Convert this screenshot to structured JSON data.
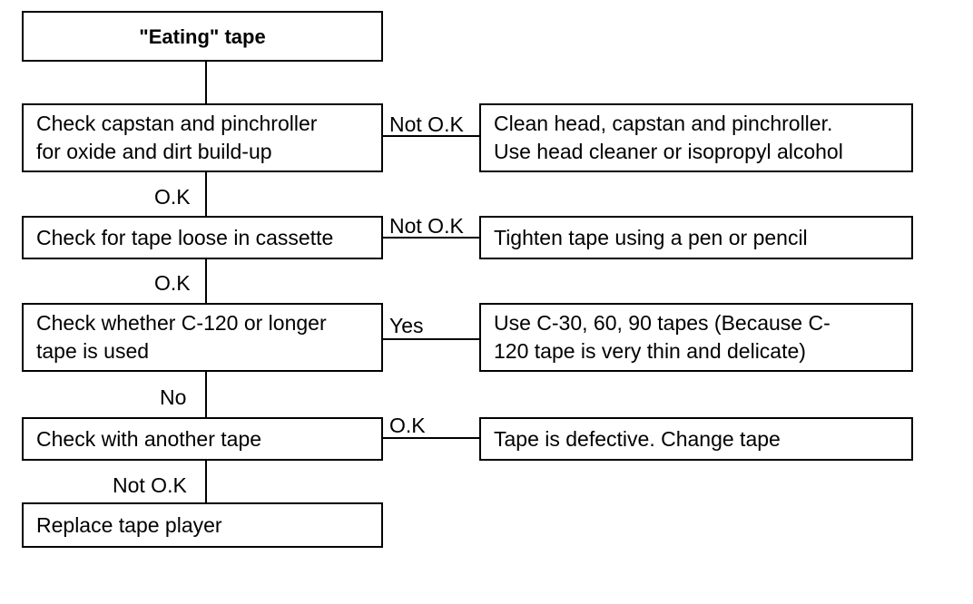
{
  "start": {
    "text": "\"Eating\" tape"
  },
  "steps": [
    {
      "check": [
        "Check capstan and pinchroller",
        "for oxide and dirt build-up"
      ],
      "branch_label": "Not O.K",
      "action": [
        "Clean head, capstan and pinchroller.",
        "Use head cleaner or isopropyl alcohol"
      ],
      "next_label": "O.K"
    },
    {
      "check": [
        "Check for tape loose in cassette"
      ],
      "branch_label": "Not O.K",
      "action": [
        "Tighten tape using a pen or pencil"
      ],
      "next_label": "O.K"
    },
    {
      "check": [
        "Check whether C-120 or longer",
        "tape is used"
      ],
      "branch_label": "Yes",
      "action": [
        "Use C-30, 60, 90 tapes (Because C-",
        "120 tape is very thin and delicate)"
      ],
      "next_label": "No"
    },
    {
      "check": [
        "Check with another tape"
      ],
      "branch_label": "O.K",
      "action": [
        "Tape is defective. Change tape"
      ],
      "next_label": "Not O.K"
    }
  ],
  "end": {
    "text": "Replace tape player"
  }
}
